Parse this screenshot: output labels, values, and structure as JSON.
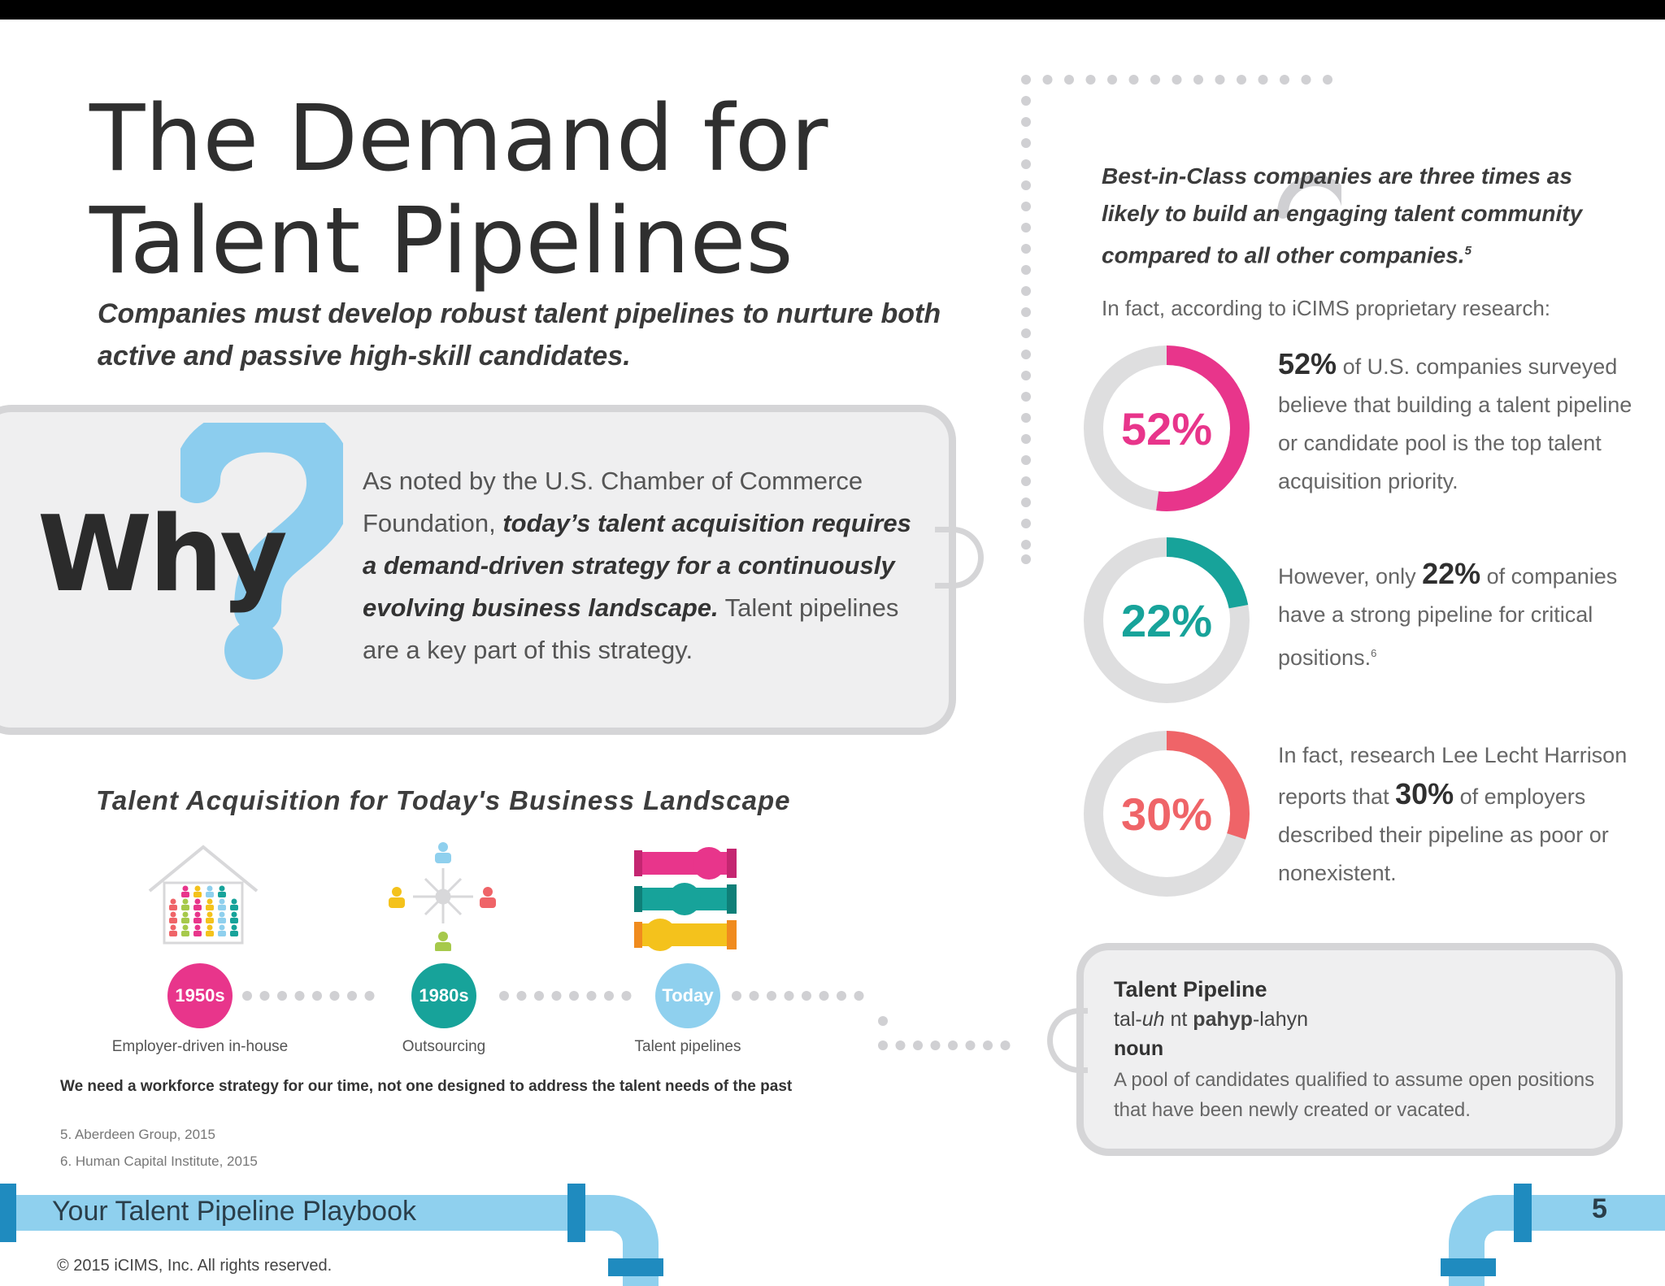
{
  "title": {
    "line1": "The Demand for",
    "line2": "Talent Pipelines"
  },
  "subtitle": "Companies must develop robust talent pipelines to nurture both active and passive high-skill candidates.",
  "why": {
    "label": "Why",
    "text_intro": "As noted by the U.S. Chamber of Commerce Foundation, ",
    "text_bold": "today’s talent acquisition requires a demand-driven strategy for a continuously evolving business landscape.",
    "text_end": " Talent pipelines are a key part of this strategy."
  },
  "best_in_class": {
    "text": "Best-in-Class companies are three times as likely to build an engaging talent community compared to all other companies.",
    "footnote": "5"
  },
  "research_intro": "In fact, according to iCIMS proprietary research:",
  "stats": [
    {
      "label": "52%",
      "value": 52,
      "color": "#e8358b",
      "pre": "",
      "bold": "52%",
      "post": " of U.S. companies surveyed believe that building a talent pipeline or candidate pool is the top talent acquisition priority.",
      "footnote": ""
    },
    {
      "label": "22%",
      "value": 22,
      "color": "#17a39a",
      "pre": "However, only ",
      "bold": "22%",
      "post": " of companies have a strong pipeline for critical positions.",
      "footnote": "6"
    },
    {
      "label": "30%",
      "value": 30,
      "color": "#ef6468",
      "pre": "In fact, research Lee Lecht Harrison reports that ",
      "bold": "30%",
      "post": " of employers described their pipeline as poor or nonexistent.",
      "footnote": ""
    }
  ],
  "timeline": {
    "heading": "Talent Acquisition for Today's Business Landscape",
    "eras": [
      {
        "badge": "1950s",
        "label": "Employer-driven in-house",
        "color": "#e8358b",
        "icon": "house-of-people-icon"
      },
      {
        "badge": "1980s",
        "label": "Outsourcing",
        "color": "#17a39a",
        "icon": "outsourcing-network-icon"
      },
      {
        "badge": "Today",
        "label": "Talent pipelines",
        "color": "#8fd0ee",
        "icon": "pipes-icon"
      }
    ],
    "note": "We need a workforce strategy for our time, not one designed to address the talent needs of the past"
  },
  "footnotes": [
    "5. Aberdeen Group, 2015",
    "6. Human Capital Institute, 2015"
  ],
  "definition": {
    "term": "Talent Pipeline",
    "phonetic_html": "tal-<i>uh</i> nt <b>pahyp</b>-lahyn",
    "pos": "noun",
    "meaning": "A pool of candidates qualified to assume open positions that have been newly created or vacated."
  },
  "footer": {
    "title": "Your Talent Pipeline Playbook",
    "copyright": "© 2015 iCIMS, Inc. All rights reserved.",
    "page": "5"
  },
  "colors": {
    "pink": "#e8358b",
    "teal": "#17a39a",
    "coral": "#ef6468",
    "lightblue": "#8fd0ee",
    "gray": "#d5d5d7"
  }
}
